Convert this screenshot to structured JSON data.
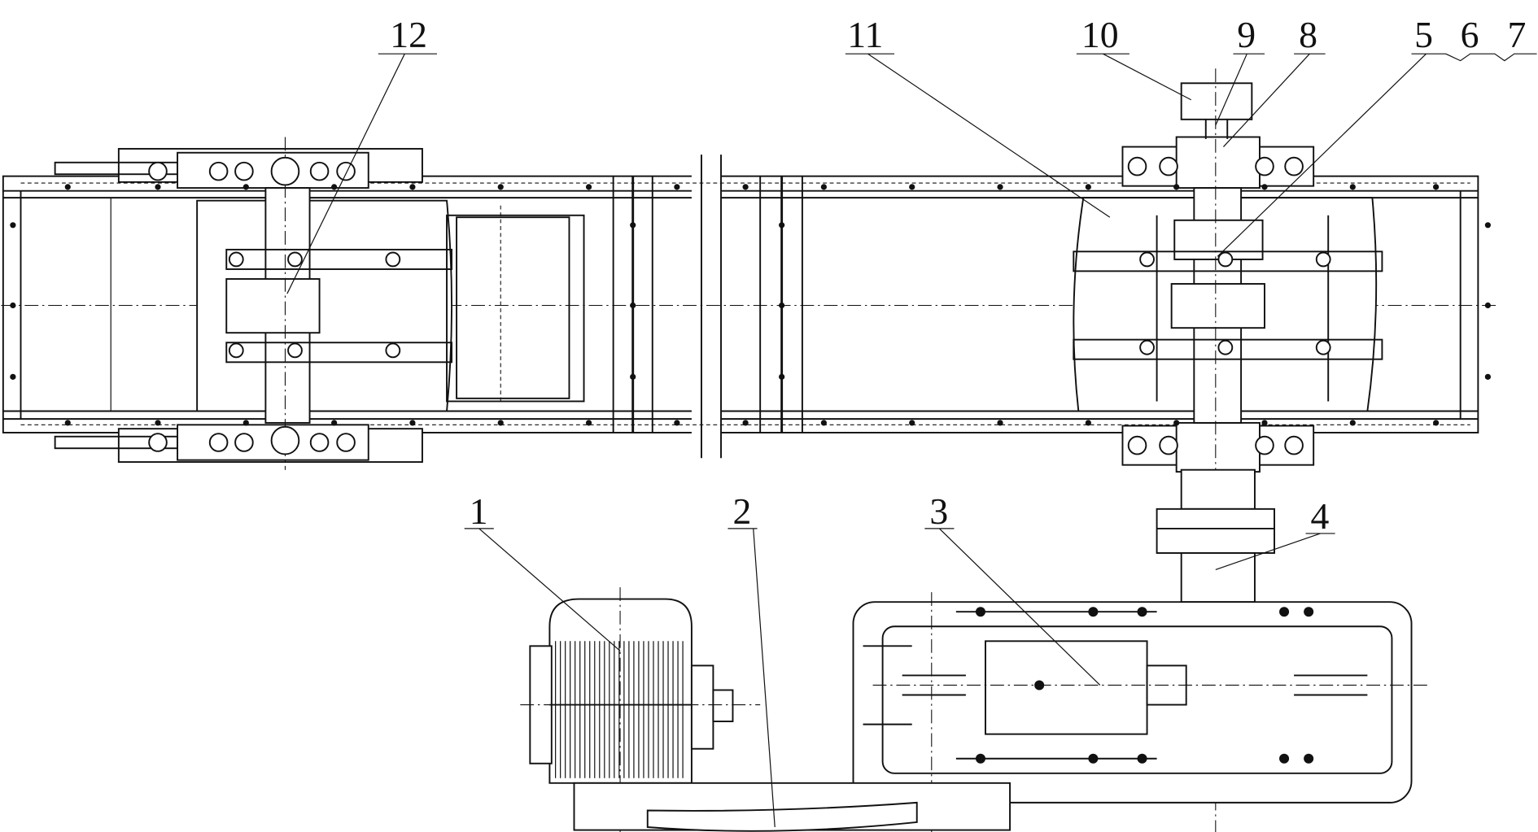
{
  "figure": {
    "description_labels": [
      {
        "id": "label-12",
        "text": "12"
      },
      {
        "id": "label-11",
        "text": "11"
      },
      {
        "id": "label-10",
        "text": "10"
      },
      {
        "id": "label-9",
        "text": "9"
      },
      {
        "id": "label-8",
        "text": "8"
      },
      {
        "id": "label-5",
        "text": "5"
      },
      {
        "id": "label-6",
        "text": "6"
      },
      {
        "id": "label-7",
        "text": "7"
      },
      {
        "id": "label-1",
        "text": "1"
      },
      {
        "id": "label-2",
        "text": "2"
      },
      {
        "id": "label-3",
        "text": "3"
      },
      {
        "id": "label-4",
        "text": "4"
      }
    ]
  }
}
